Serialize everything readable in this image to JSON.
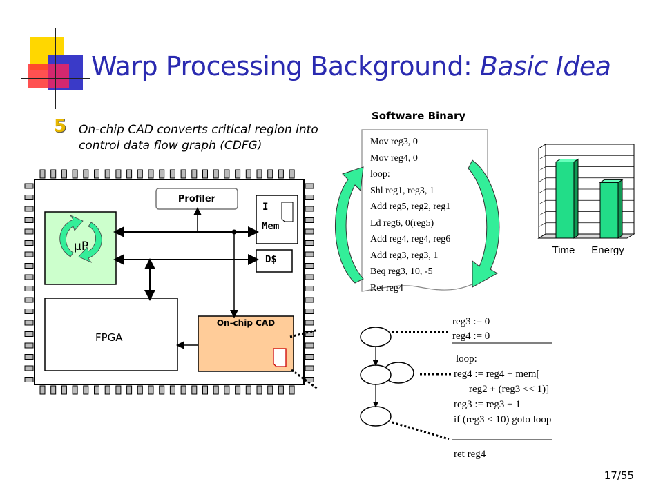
{
  "title": {
    "main": "Warp Processing Background: ",
    "italic": "Basic Idea"
  },
  "step": {
    "number": "5",
    "text_line1": "On-chip CAD converts critical region into",
    "text_line2": "control data flow graph (CDFG)"
  },
  "chip": {
    "profiler": "Profiler",
    "imem_top": "I",
    "imem_bottom": "Mem",
    "dcache": "D$",
    "up": "µP",
    "fpga": "FPGA",
    "cad": "On-chip CAD"
  },
  "software_binary": {
    "title": "Software Binary",
    "lines": [
      "Mov reg3, 0",
      "Mov reg4, 0",
      "loop:",
      "Shl reg1, reg3, 1",
      "Add reg5, reg2, reg1",
      "Ld reg6, 0(reg5)",
      "Add reg4, reg4, reg6",
      "Add reg3, reg3, 1",
      "Beq reg3, 10, -5",
      "Ret reg4"
    ]
  },
  "chart_data": {
    "type": "bar",
    "categories": [
      "Time",
      "Energy"
    ],
    "values": [
      0.85,
      0.62
    ],
    "title": "",
    "xlabel": "",
    "ylabel": "",
    "ylim": [
      0,
      1
    ],
    "grid": true,
    "bar_color": "#22dd88"
  },
  "cdfg": {
    "block1": [
      "reg3 := 0",
      "reg4 := 0"
    ],
    "block2": [
      "loop:",
      "reg4 := reg4 + mem[",
      "reg2 + (reg3 << 1)]",
      "reg3 := reg3 + 1",
      "if (reg3 < 10) goto loop"
    ],
    "block3": [
      "ret reg4"
    ]
  },
  "page_number": "17/55",
  "colors": {
    "title": "#2a2ab0",
    "up_fill": "#ccffcc",
    "cad_fill": "#ffcc99",
    "arrow_green": "#33ee99",
    "step_number": "#e8b800"
  }
}
